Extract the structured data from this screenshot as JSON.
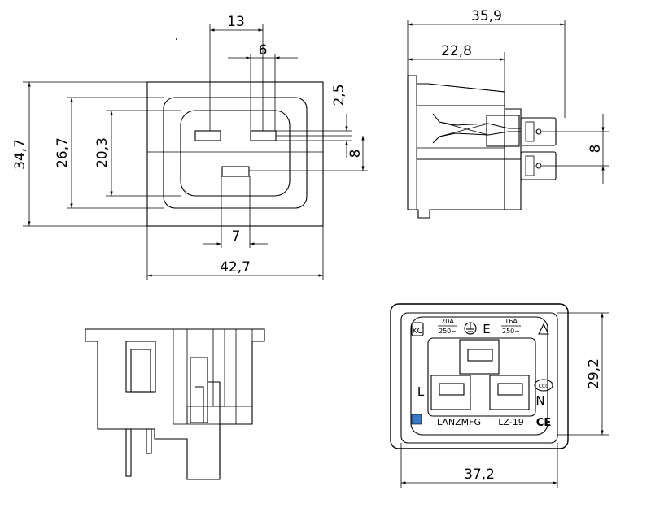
{
  "dimensions": {
    "front_pin_spacing": "13",
    "front_pin_width": "6",
    "front_pin_height": "2,5",
    "front_pin_offset": "8",
    "front_bottom_pin": "7",
    "front_total_width": "42,7",
    "front_total_height": "34,7",
    "front_inner_height": "26,7",
    "front_cavity_height": "20,3",
    "side_total_depth": "35,9",
    "side_body_depth": "22,8",
    "side_terminal_spacing": "8",
    "rear_height": "29,2",
    "rear_width": "37,2"
  },
  "rear_markings": {
    "rating_left_amp": "20A",
    "rating_left_volt": "250~",
    "earth_label": "E",
    "rating_right_amp": "16A",
    "rating_right_volt": "250~",
    "line_label": "L",
    "neutral_label": "N",
    "brand": "LANZMFG",
    "model": "LZ-19",
    "kc_mark": "KC",
    "ce_mark": "CE",
    "ccc_mark": "CCC"
  }
}
